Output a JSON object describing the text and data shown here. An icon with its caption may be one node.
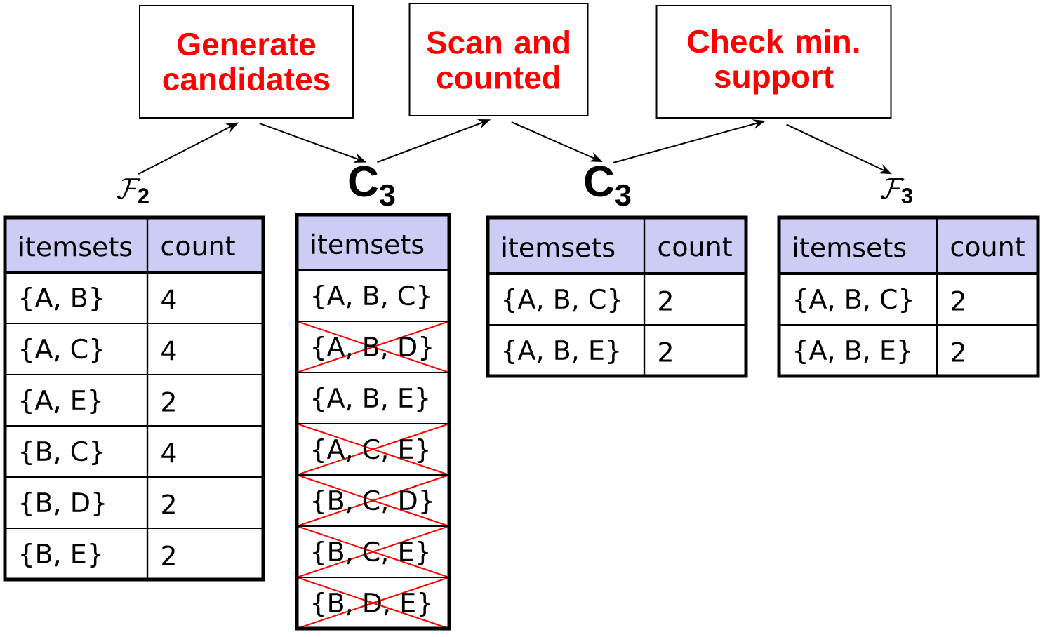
{
  "diagram": {
    "nodes": [
      {
        "text": [
          "Generate candidates"
        ]
      },
      {
        "text": [
          "Scan and counted"
        ]
      },
      {
        "text": [
          "Check min. support"
        ]
      },
      {
        "text": [
          "\\mathcal{F}_{\\mathbf{2}}"
        ]
      },
      {
        "text": [
          "C$_{3}$"
        ]
      },
      {
        "text": [
          "C$_{3}$"
        ]
      },
      {
        "text": [
          "\\mathcal{F}_{\\mathbf{3}}"
        ]
      }
    ],
    "edges": [
      {
        "from": 3,
        "to": 0,
        "arrow": "to"
      },
      {
        "from": 0,
        "to": 4,
        "arrow": "to"
      },
      {
        "from": 4,
        "to": 1,
        "arrow": "to"
      },
      {
        "from": 1,
        "to": 5,
        "arrow": "to"
      },
      {
        "from": 5,
        "to": 2,
        "arrow": "to"
      },
      {
        "from": 2,
        "to": 6,
        "arrow": "to"
      }
    ],
    "labels": [
      "itemsets",
      "count",
      "{A, B}",
      "4",
      "{A, C}",
      "4",
      "{A, E}",
      "2",
      "{B, C}",
      "4",
      "{B, D}",
      "2",
      "{B, E}",
      "2",
      "itemsets",
      "{A, B, C}",
      "{A, B, D}",
      "{A, B, E}",
      "{A, C, E}",
      "{B, C, D}",
      "{B, C, E}",
      "{B, D, E}",
      "itemsets",
      "count",
      "{A, B, C}",
      "2",
      "{A, B, E}",
      "2",
      "itemsets",
      "count",
      "{A, B, C}",
      "2",
      "{A, B, E}",
      "2"
    ]
  }
}
